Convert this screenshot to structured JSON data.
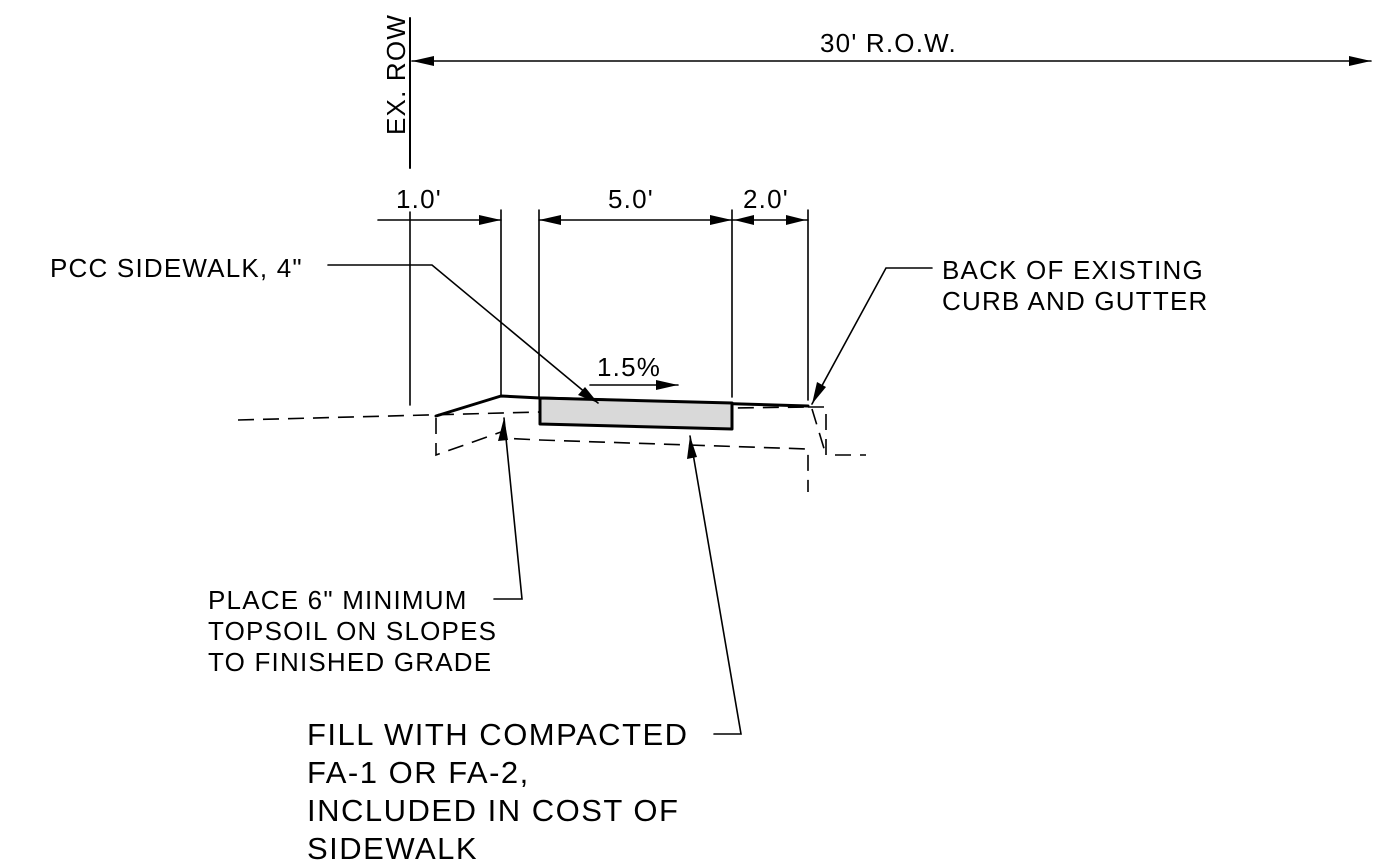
{
  "labels": {
    "ex_row": "EX. ROW",
    "row_width": "30' R.O.W.",
    "dim_1": "1.0'",
    "dim_5": "5.0'",
    "dim_2": "2.0'",
    "slope": "1.5%",
    "sidewalk": "PCC SIDEWALK, 4\"",
    "curb_line1": "BACK OF EXISTING",
    "curb_line2": "CURB AND GUTTER",
    "topsoil_line1": "PLACE 6\" MINIMUM",
    "topsoil_line2": "TOPSOIL ON SLOPES",
    "topsoil_line3": "TO FINISHED GRADE",
    "fill_line1": "FILL WITH COMPACTED",
    "fill_line2": "FA-1 OR FA-2,",
    "fill_line3": "INCLUDED IN COST OF",
    "fill_line4": "SIDEWALK"
  },
  "colors": {
    "ink": "#000000",
    "sidewalk_fill": "#d9d9d9",
    "background": "#ffffff"
  }
}
